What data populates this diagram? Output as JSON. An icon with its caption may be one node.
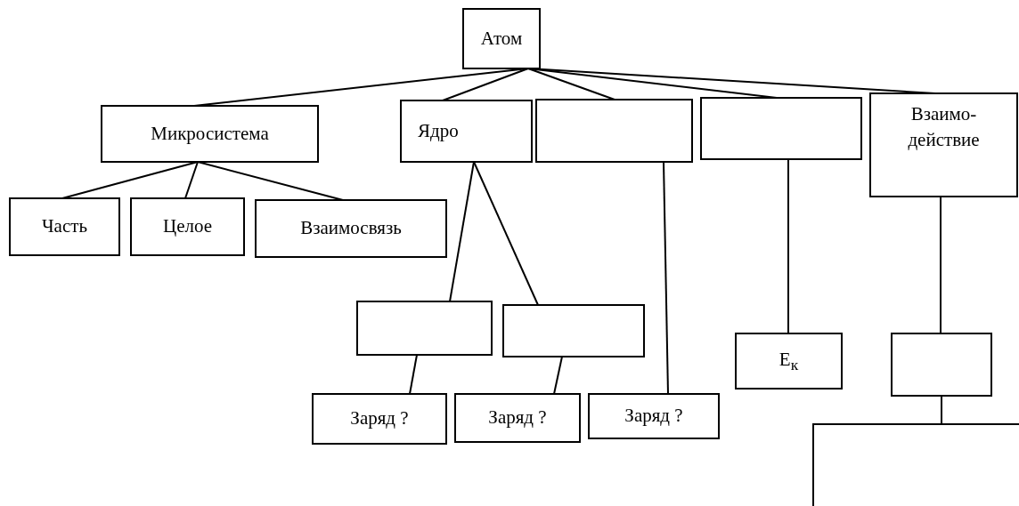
{
  "diagram": {
    "nodes": [
      {
        "text": [
          "Атом"
        ]
      },
      {
        "text": [
          "Микросистема"
        ]
      },
      {
        "text": [
          "Ядро"
        ]
      },
      {
        "text": [],
        "shape": "box"
      },
      {
        "text": [],
        "shape": "box"
      },
      {
        "text": [
          "Взаимо-действие"
        ]
      },
      {
        "text": [
          "Часть"
        ]
      },
      {
        "text": [
          "Целое"
        ]
      },
      {
        "text": [
          "Взаимосвязь"
        ]
      },
      {
        "text": [],
        "shape": "box"
      },
      {
        "text": [],
        "shape": "box"
      },
      {
        "text": [
          "Е$_{к}$"
        ]
      },
      {
        "text": [],
        "shape": "box"
      },
      {
        "text": [
          "Заряд ?"
        ]
      },
      {
        "text": [
          "Заряд ?"
        ]
      },
      {
        "text": [
          "Заряд ?"
        ]
      },
      {
        "text": [],
        "shape": "box"
      }
    ],
    "edges": [
      {
        "from": 0,
        "to": 1,
        "arrow": "none"
      },
      {
        "from": 0,
        "to": 2,
        "arrow": "none"
      },
      {
        "from": 0,
        "to": 3,
        "arrow": "none"
      },
      {
        "from": 0,
        "to": 4,
        "arrow": "none"
      },
      {
        "from": 0,
        "to": 5,
        "arrow": "none"
      },
      {
        "from": 1,
        "to": 6,
        "arrow": "none"
      },
      {
        "from": 1,
        "to": 7,
        "arrow": "none"
      },
      {
        "from": 1,
        "to": 8,
        "arrow": "none"
      },
      {
        "from": 2,
        "to": 9,
        "arrow": "none"
      },
      {
        "from": 2,
        "to": 10,
        "arrow": "none"
      },
      {
        "from": 9,
        "to": 13,
        "arrow": "none"
      },
      {
        "from": 10,
        "to": 14,
        "arrow": "none"
      },
      {
        "from": 3,
        "to": 15,
        "arrow": "none"
      },
      {
        "from": 4,
        "to": 11,
        "arrow": "none"
      },
      {
        "from": 5,
        "to": 12,
        "arrow": "none"
      },
      {
        "from": 12,
        "to": 16,
        "arrow": "none"
      }
    ]
  }
}
